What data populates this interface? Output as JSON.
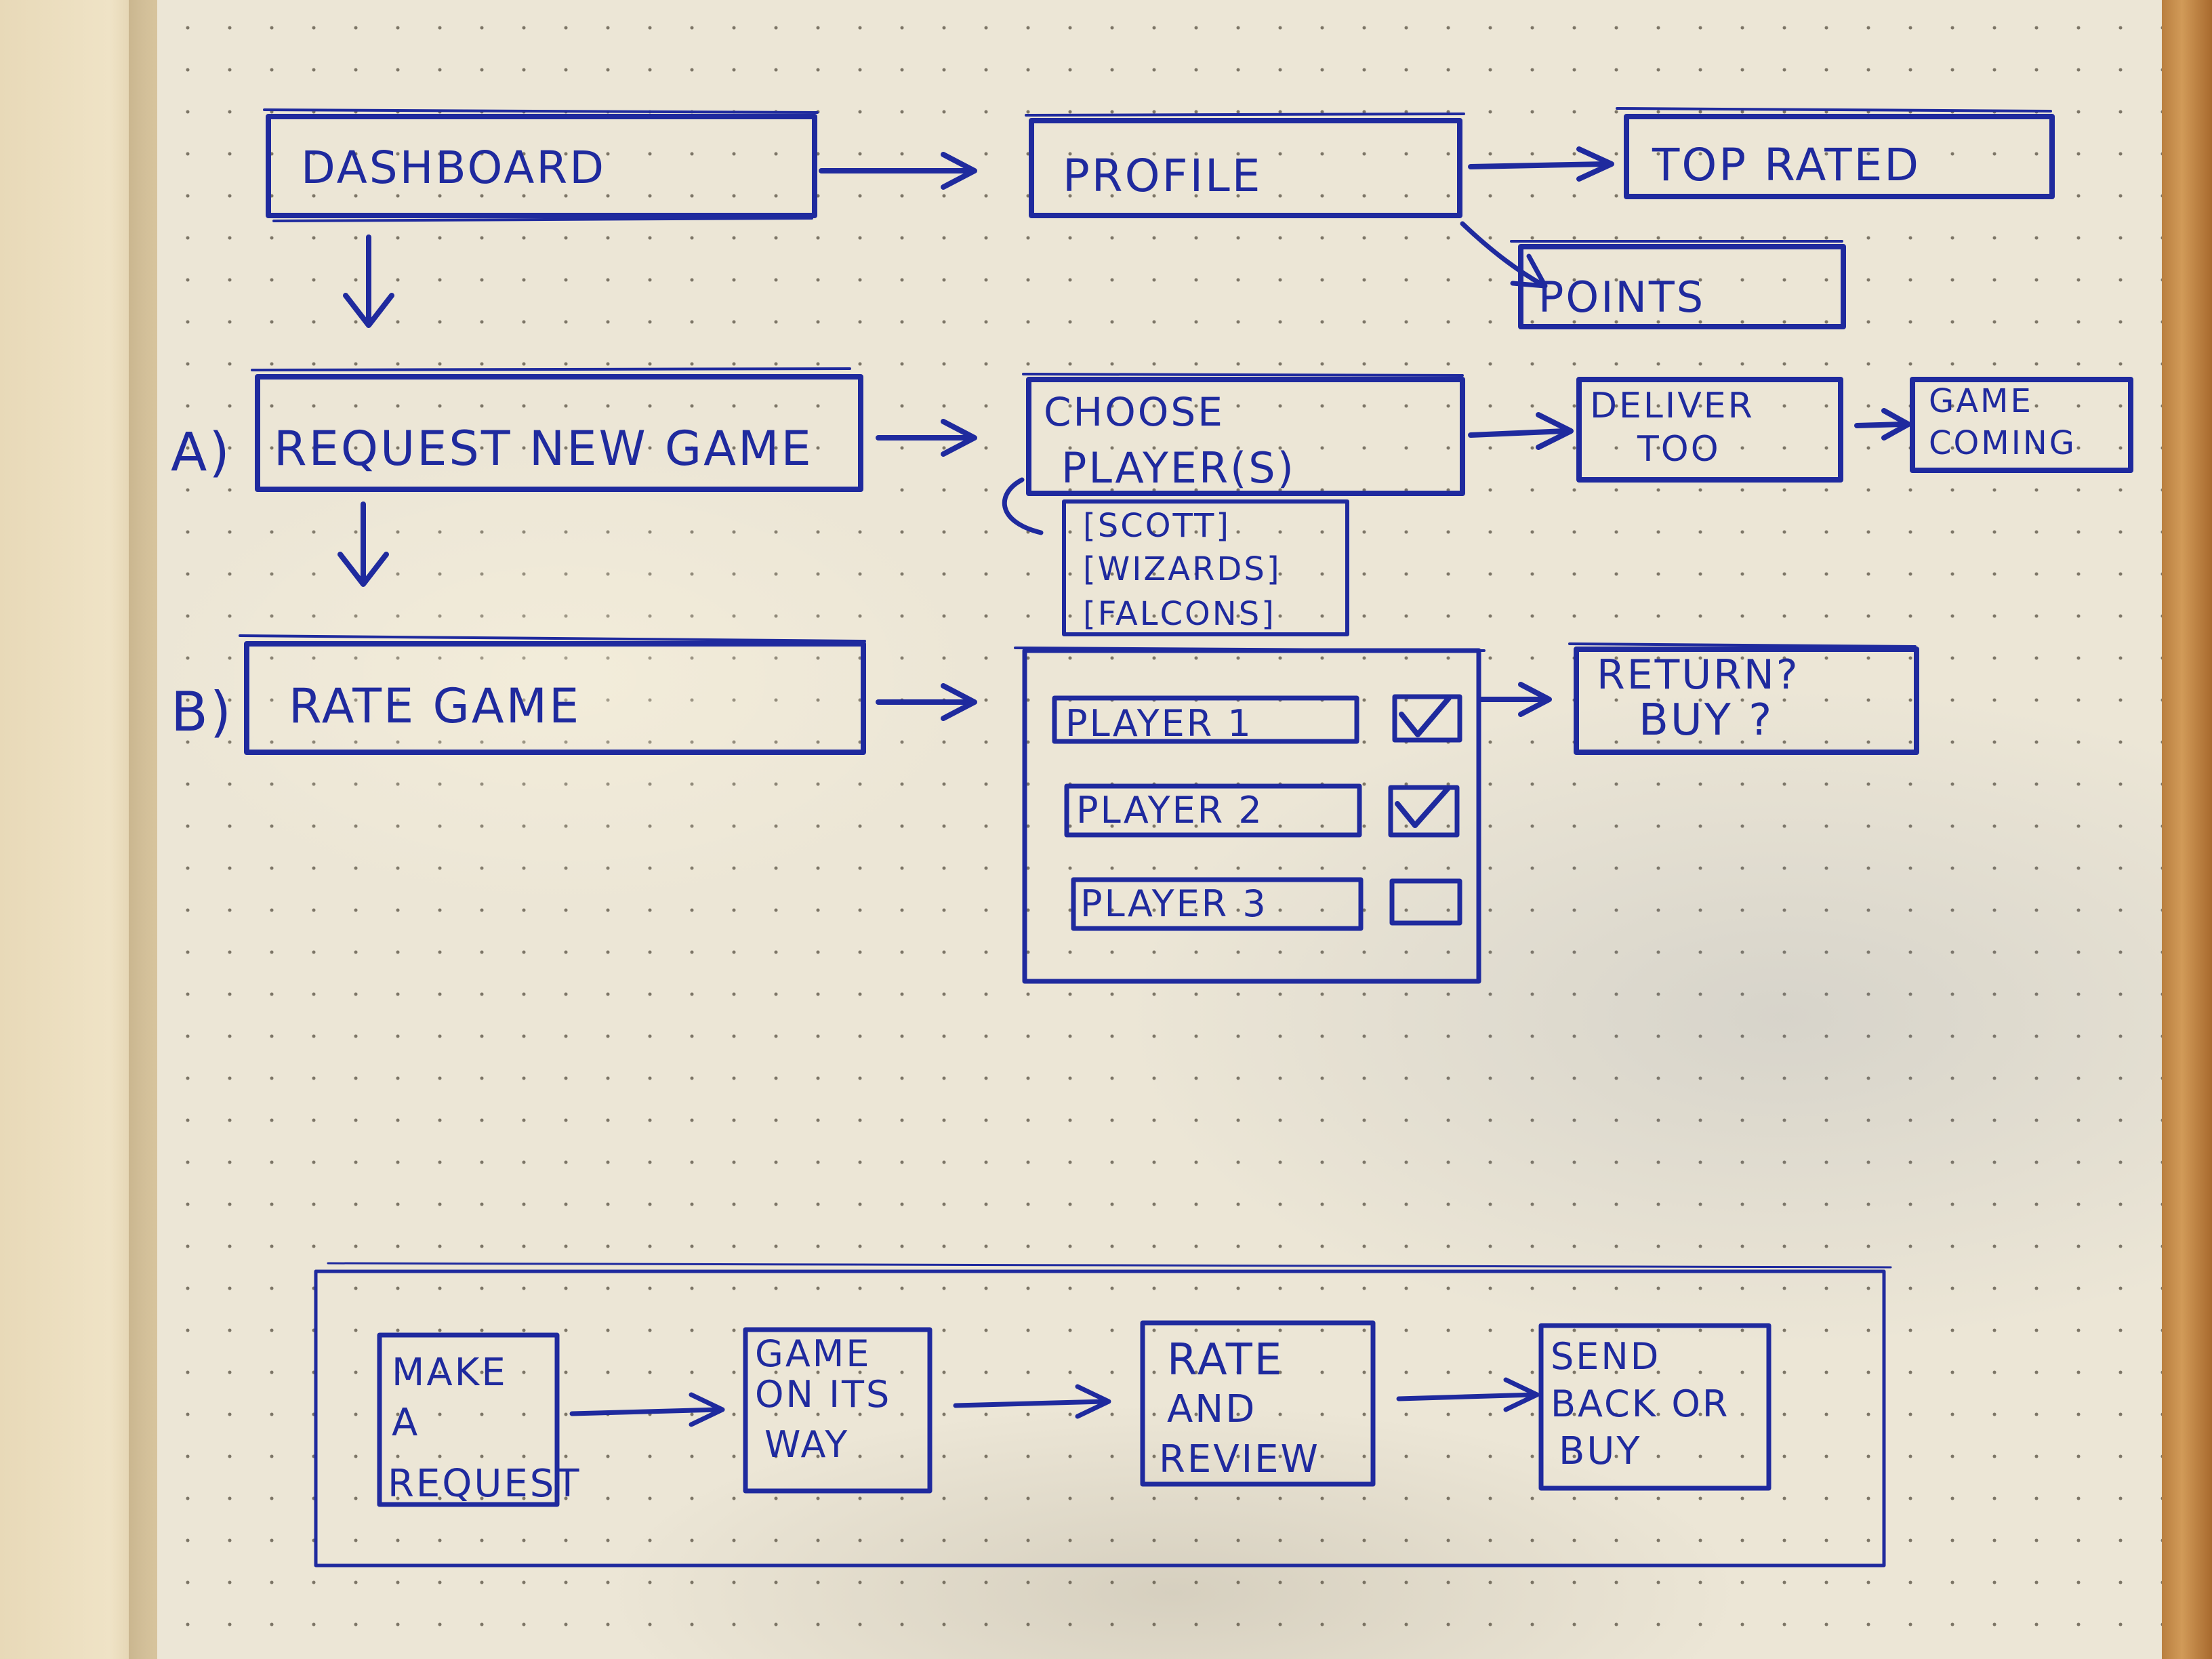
{
  "colors": {
    "ink": "#1f2a9e",
    "paper": "#ece6d6"
  },
  "nodes": {
    "dashboard": "DASHBOARD",
    "profile": "PROFILE",
    "top_rated": "TOP RATED",
    "points": "POINTS",
    "label_a": "A)",
    "request_new_game": "REQUEST NEW GAME",
    "choose_players": [
      "CHOOSE",
      "PLAYER(S)"
    ],
    "options": [
      "[SCOTT]",
      "[WIZARDS]",
      "[FALCONS]"
    ],
    "deliver_too": [
      "DELIVER",
      "TOO"
    ],
    "game_coming": [
      "GAME",
      "COMING"
    ],
    "label_b": "B)",
    "rate_game": "RATE GAME",
    "players": [
      {
        "label": "PLAYER 1",
        "checked": true
      },
      {
        "label": "PLAYER 2",
        "checked": true
      },
      {
        "label": "PLAYER 3",
        "checked": false
      }
    ],
    "return_buy": [
      "RETURN?",
      "BUY ?"
    ]
  },
  "flow": [
    [
      "MAKE",
      "A",
      "REQUEST"
    ],
    [
      "GAME",
      "ON ITS",
      "WAY"
    ],
    [
      "RATE",
      "AND",
      "REVIEW"
    ],
    [
      "SEND",
      "BACK OR",
      "BUY"
    ]
  ]
}
